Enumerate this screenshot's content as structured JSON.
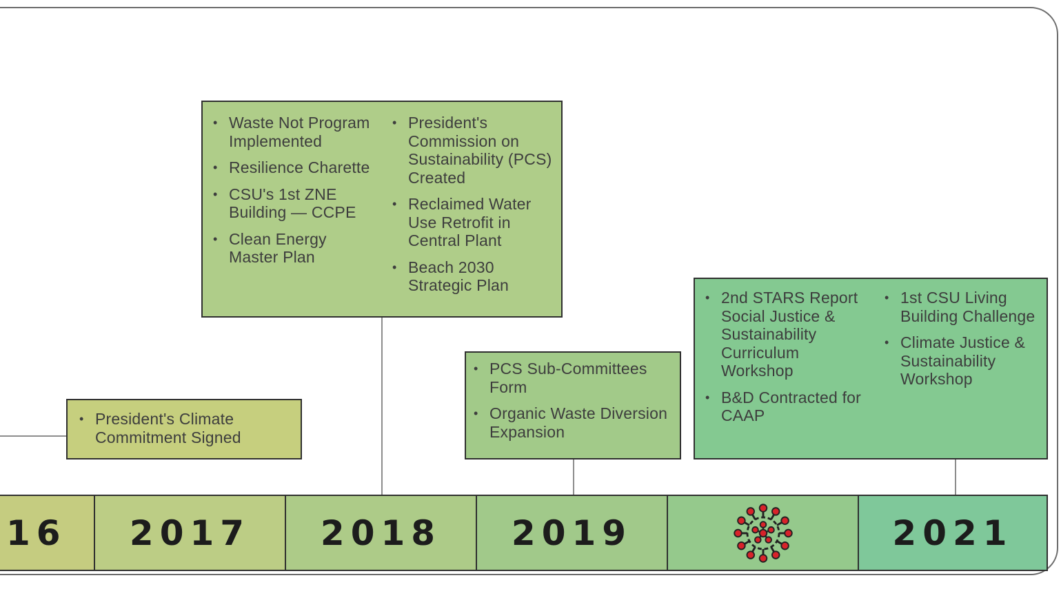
{
  "timeline": {
    "years": [
      {
        "label": "16",
        "color": "#c5cc80"
      },
      {
        "label": "2017",
        "color": "#bccd85"
      },
      {
        "label": "2018",
        "color": "#adcb88"
      },
      {
        "label": "2019",
        "color": "#a1c98a"
      },
      {
        "label": "",
        "icon": "covid-virus-icon",
        "color": "#95c98c"
      },
      {
        "label": "2021",
        "color": "#7fc89a"
      }
    ],
    "cards": [
      {
        "id": "2016",
        "color": "#c6cf7e",
        "columns": [
          [
            "President's Climate Commitment Signed"
          ]
        ]
      },
      {
        "id": "2018",
        "color": "#afcd89",
        "columns": [
          [
            "Waste Not Program Implemented",
            "Resilience Charette",
            "CSU's 1st ZNE Building — CCPE",
            "Clean Energy Master Plan"
          ],
          [
            "President's Commission on Sustainability (PCS) Created",
            "Reclaimed Water Use Retrofit in Central Plant",
            "Beach 2030 Strategic Plan"
          ]
        ]
      },
      {
        "id": "2019",
        "color": "#a2ca89",
        "columns": [
          [
            "PCS Sub-Committees Form",
            "Organic Waste Diversion Expansion"
          ]
        ]
      },
      {
        "id": "2021",
        "color": "#84c991",
        "columns": [
          [
            "2nd STARS Report Social Justice & Sustainability Curriculum Workshop",
            "B&D Contracted for CAAP"
          ],
          [
            "1st CSU Living Building Challenge",
            "Climate Justice & Sustainability Workshop"
          ]
        ]
      }
    ],
    "colors": {
      "border": "#2f2f2f",
      "connector": "#8c8c8c",
      "virus": "#d8232a",
      "text": "#3d3d3d"
    }
  }
}
